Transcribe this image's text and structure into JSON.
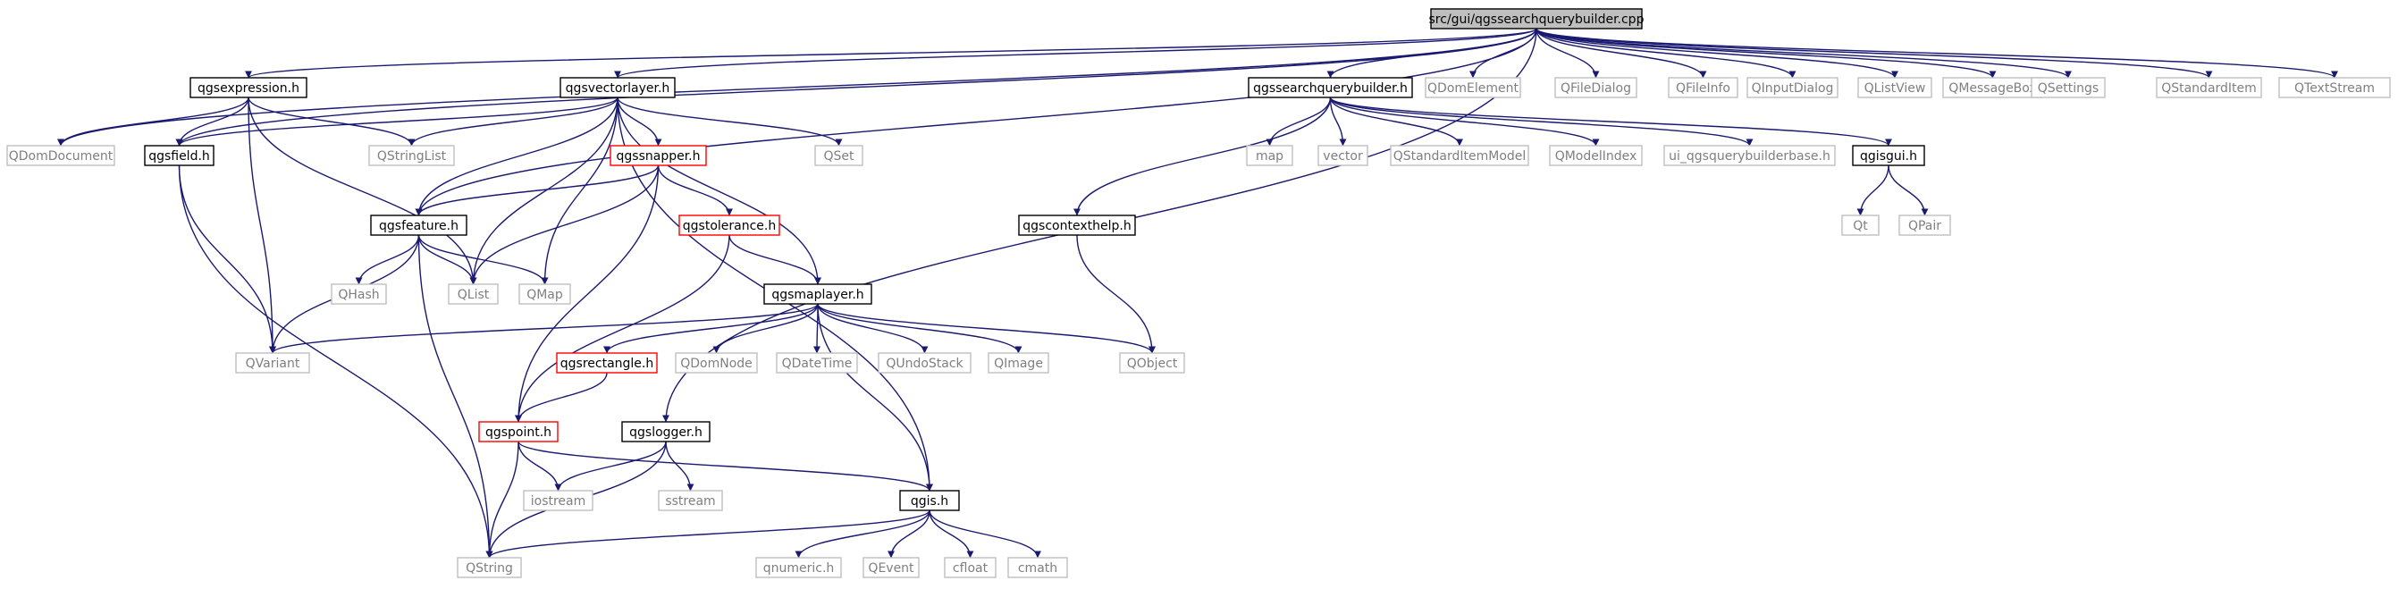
{
  "colors": {
    "edge": "#191970",
    "root_fill": "#bfbfbf",
    "documented_border": "#000000",
    "external_border": "#bfbfbf",
    "truncated_border": "#ff0000",
    "documented_text": "#000000",
    "external_text": "#7f7f7f"
  },
  "diagram": {
    "nodes": [
      {
        "id": "root",
        "label": "src/gui/qgssearchquerybuilder.cpp",
        "kind": "root"
      },
      {
        "id": "qgsexpression",
        "label": "qgsexpression.h",
        "kind": "documented"
      },
      {
        "id": "qgsvectorlayer",
        "label": "qgsvectorlayer.h",
        "kind": "documented"
      },
      {
        "id": "qgssearchquerybuilder_h",
        "label": "qgssearchquerybuilder.h",
        "kind": "documented"
      },
      {
        "id": "QDomElement",
        "label": "QDomElement",
        "kind": "external"
      },
      {
        "id": "QFileDialog",
        "label": "QFileDialog",
        "kind": "external"
      },
      {
        "id": "QFileInfo",
        "label": "QFileInfo",
        "kind": "external"
      },
      {
        "id": "QInputDialog",
        "label": "QInputDialog",
        "kind": "external"
      },
      {
        "id": "QListView",
        "label": "QListView",
        "kind": "external"
      },
      {
        "id": "QMessageBox",
        "label": "QMessageBox",
        "kind": "external"
      },
      {
        "id": "QSettings",
        "label": "QSettings",
        "kind": "external"
      },
      {
        "id": "QStandardItem",
        "label": "QStandardItem",
        "kind": "external"
      },
      {
        "id": "QTextStream",
        "label": "QTextStream",
        "kind": "external"
      },
      {
        "id": "QDomDocument",
        "label": "QDomDocument",
        "kind": "external"
      },
      {
        "id": "qgsfield",
        "label": "qgsfield.h",
        "kind": "documented"
      },
      {
        "id": "QStringList",
        "label": "QStringList",
        "kind": "external"
      },
      {
        "id": "qgssnapper",
        "label": "qgssnapper.h",
        "kind": "truncated"
      },
      {
        "id": "QSet",
        "label": "QSet",
        "kind": "external"
      },
      {
        "id": "map",
        "label": "map",
        "kind": "external"
      },
      {
        "id": "vector",
        "label": "vector",
        "kind": "external"
      },
      {
        "id": "QStandardItemModel",
        "label": "QStandardItemModel",
        "kind": "external"
      },
      {
        "id": "QModelIndex",
        "label": "QModelIndex",
        "kind": "external"
      },
      {
        "id": "ui_qgsquerybuilderbase",
        "label": "ui_qgsquerybuilderbase.h",
        "kind": "external"
      },
      {
        "id": "qgisgui",
        "label": "qgisgui.h",
        "kind": "documented"
      },
      {
        "id": "qgsfeature",
        "label": "qgsfeature.h",
        "kind": "documented"
      },
      {
        "id": "qgstolerance",
        "label": "qgstolerance.h",
        "kind": "truncated"
      },
      {
        "id": "qgscontexthelp",
        "label": "qgscontexthelp.h",
        "kind": "documented"
      },
      {
        "id": "Qt",
        "label": "Qt",
        "kind": "external"
      },
      {
        "id": "QPair",
        "label": "QPair",
        "kind": "external"
      },
      {
        "id": "QHash",
        "label": "QHash",
        "kind": "external"
      },
      {
        "id": "QList",
        "label": "QList",
        "kind": "external"
      },
      {
        "id": "QMap",
        "label": "QMap",
        "kind": "external"
      },
      {
        "id": "qgsmaplayer",
        "label": "qgsmaplayer.h",
        "kind": "documented"
      },
      {
        "id": "QVariant",
        "label": "QVariant",
        "kind": "external"
      },
      {
        "id": "qgsrectangle",
        "label": "qgsrectangle.h",
        "kind": "truncated"
      },
      {
        "id": "QDomNode",
        "label": "QDomNode",
        "kind": "external"
      },
      {
        "id": "QDateTime",
        "label": "QDateTime",
        "kind": "external"
      },
      {
        "id": "QUndoStack",
        "label": "QUndoStack",
        "kind": "external"
      },
      {
        "id": "QImage",
        "label": "QImage",
        "kind": "external"
      },
      {
        "id": "QObject",
        "label": "QObject",
        "kind": "external"
      },
      {
        "id": "qgslogger",
        "label": "qgslogger.h",
        "kind": "documented"
      },
      {
        "id": "qgspoint",
        "label": "qgspoint.h",
        "kind": "truncated"
      },
      {
        "id": "iostream",
        "label": "iostream",
        "kind": "external"
      },
      {
        "id": "sstream",
        "label": "sstream",
        "kind": "external"
      },
      {
        "id": "qgis",
        "label": "qgis.h",
        "kind": "documented"
      },
      {
        "id": "QString",
        "label": "QString",
        "kind": "external"
      },
      {
        "id": "qnumeric",
        "label": "qnumeric.h",
        "kind": "external"
      },
      {
        "id": "QEvent",
        "label": "QEvent",
        "kind": "external"
      },
      {
        "id": "cfloat",
        "label": "cfloat",
        "kind": "external"
      },
      {
        "id": "cmath",
        "label": "cmath",
        "kind": "external"
      }
    ],
    "edges": [
      [
        "root",
        "qgsexpression"
      ],
      [
        "root",
        "qgsvectorlayer"
      ],
      [
        "root",
        "qgssearchquerybuilder_h"
      ],
      [
        "root",
        "QDomElement"
      ],
      [
        "root",
        "QFileDialog"
      ],
      [
        "root",
        "QFileInfo"
      ],
      [
        "root",
        "QInputDialog"
      ],
      [
        "root",
        "QListView"
      ],
      [
        "root",
        "QMessageBox"
      ],
      [
        "root",
        "QSettings"
      ],
      [
        "root",
        "QStandardItem"
      ],
      [
        "root",
        "QTextStream"
      ],
      [
        "root",
        "QDomDocument"
      ],
      [
        "root",
        "qgsfield"
      ],
      [
        "root",
        "qgsfeature"
      ],
      [
        "root",
        "qgslogger"
      ],
      [
        "qgsexpression",
        "QDomDocument"
      ],
      [
        "qgsexpression",
        "qgsfield"
      ],
      [
        "qgsexpression",
        "QStringList"
      ],
      [
        "qgsexpression",
        "QList"
      ],
      [
        "qgsexpression",
        "QVariant"
      ],
      [
        "qgsvectorlayer",
        "qgsfield"
      ],
      [
        "qgsvectorlayer",
        "QStringList"
      ],
      [
        "qgsvectorlayer",
        "qgssnapper"
      ],
      [
        "qgsvectorlayer",
        "QSet"
      ],
      [
        "qgsvectorlayer",
        "qgsfeature"
      ],
      [
        "qgsvectorlayer",
        "QList"
      ],
      [
        "qgsvectorlayer",
        "QMap"
      ],
      [
        "qgsvectorlayer",
        "qgsmaplayer"
      ],
      [
        "qgsvectorlayer",
        "qgis"
      ],
      [
        "qgsfield",
        "QVariant"
      ],
      [
        "qgsfield",
        "QString"
      ],
      [
        "qgssnapper",
        "qgsfeature"
      ],
      [
        "qgssnapper",
        "QList"
      ],
      [
        "qgssnapper",
        "qgstolerance"
      ],
      [
        "qgssnapper",
        "qgspoint"
      ],
      [
        "qgsfeature",
        "QHash"
      ],
      [
        "qgsfeature",
        "QList"
      ],
      [
        "qgsfeature",
        "QMap"
      ],
      [
        "qgsfeature",
        "QVariant"
      ],
      [
        "qgsfeature",
        "QString"
      ],
      [
        "qgstolerance",
        "qgsmaplayer"
      ],
      [
        "qgstolerance",
        "qgspoint"
      ],
      [
        "qgsmaplayer",
        "QVariant"
      ],
      [
        "qgsmaplayer",
        "qgsrectangle"
      ],
      [
        "qgsmaplayer",
        "QDomNode"
      ],
      [
        "qgsmaplayer",
        "QDateTime"
      ],
      [
        "qgsmaplayer",
        "QUndoStack"
      ],
      [
        "qgsmaplayer",
        "QImage"
      ],
      [
        "qgsmaplayer",
        "QObject"
      ],
      [
        "qgsmaplayer",
        "qgis"
      ],
      [
        "qgsrectangle",
        "qgspoint"
      ],
      [
        "qgspoint",
        "iostream"
      ],
      [
        "qgspoint",
        "QString"
      ],
      [
        "qgspoint",
        "qgis"
      ],
      [
        "qgslogger",
        "iostream"
      ],
      [
        "qgslogger",
        "sstream"
      ],
      [
        "qgslogger",
        "QString"
      ],
      [
        "qgis",
        "QString"
      ],
      [
        "qgis",
        "qnumeric"
      ],
      [
        "qgis",
        "QEvent"
      ],
      [
        "qgis",
        "cfloat"
      ],
      [
        "qgis",
        "cmath"
      ],
      [
        "qgssearchquerybuilder_h",
        "map"
      ],
      [
        "qgssearchquerybuilder_h",
        "vector"
      ],
      [
        "qgssearchquerybuilder_h",
        "QStandardItemModel"
      ],
      [
        "qgssearchquerybuilder_h",
        "QModelIndex"
      ],
      [
        "qgssearchquerybuilder_h",
        "ui_qgsquerybuilderbase"
      ],
      [
        "qgssearchquerybuilder_h",
        "qgisgui"
      ],
      [
        "qgssearchquerybuilder_h",
        "qgscontexthelp"
      ],
      [
        "qgisgui",
        "Qt"
      ],
      [
        "qgisgui",
        "QPair"
      ],
      [
        "qgscontexthelp",
        "QObject"
      ]
    ]
  }
}
